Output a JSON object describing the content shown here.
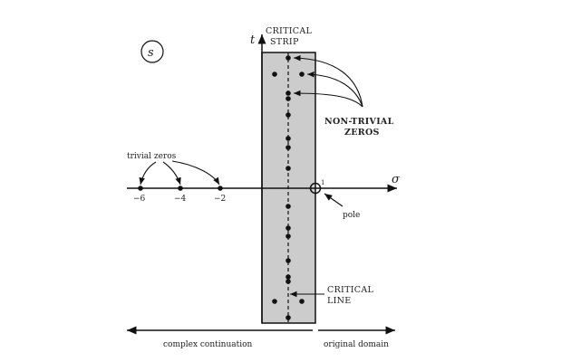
{
  "title_symbol": "s",
  "axes": {
    "horizontal": "σ",
    "vertical": "t"
  },
  "labels": {
    "critical_strip": [
      "CRITICAL",
      "STRIP"
    ],
    "non_trivial_zeros": [
      "NON-TRIVIAL",
      "ZEROS"
    ],
    "trivial_zeros": "trivial zeros",
    "pole": "pole",
    "one": "1",
    "critical_line": [
      "CRITICAL",
      "LINE"
    ],
    "complex_continuation": "complex continuation",
    "original_domain": "original domain"
  },
  "trivial_zero_ticks": [
    "−6",
    "−4",
    "−2"
  ],
  "colors": {
    "strip": "#cccccc",
    "ink": "#111111"
  }
}
